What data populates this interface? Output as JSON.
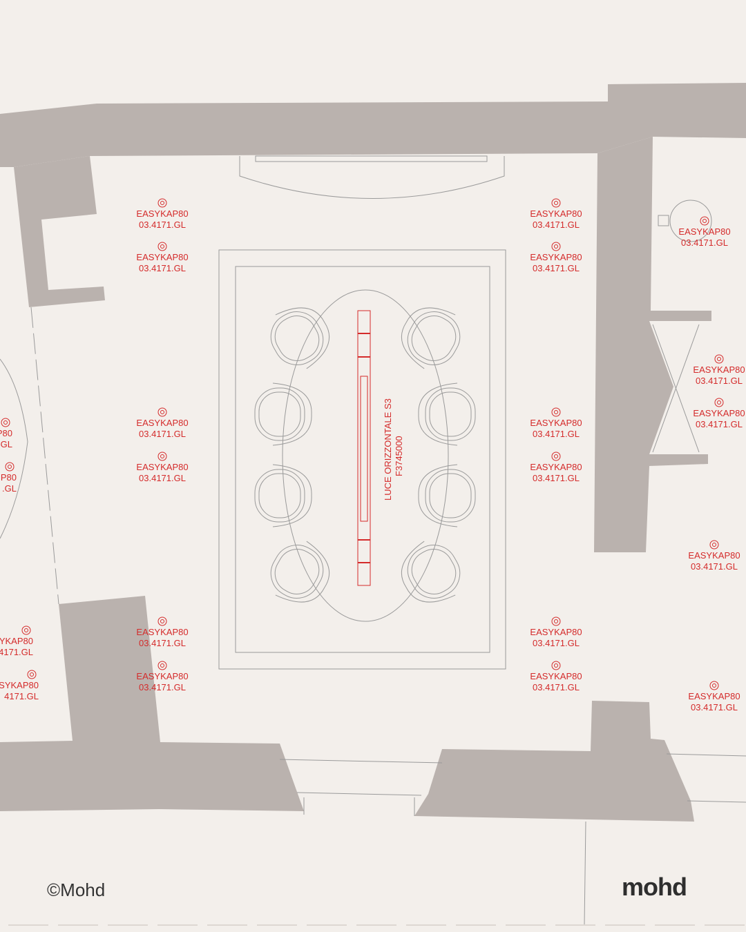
{
  "colors": {
    "background": "#f3efeb",
    "wall": "#bab2ae",
    "line": "#8e8e8e",
    "accent": "#d42a2a",
    "text": "#333333"
  },
  "fixture_label": {
    "model": "EASYKAP80",
    "code": "03.4171.GL"
  },
  "left_clipped_labels": [
    {
      "model": "P80",
      "code": "GL"
    },
    {
      "model": "P80",
      "code": ".GL"
    },
    {
      "model": "YKAP80",
      "code": "4171.GL"
    },
    {
      "model": "SYKAP80",
      "code": "4171.GL"
    }
  ],
  "table_light": {
    "name": "LUCE ORIZZONTALE S3",
    "code": "F3745000"
  },
  "footer": {
    "copyright": "©Mohd",
    "logo": "mohd"
  }
}
